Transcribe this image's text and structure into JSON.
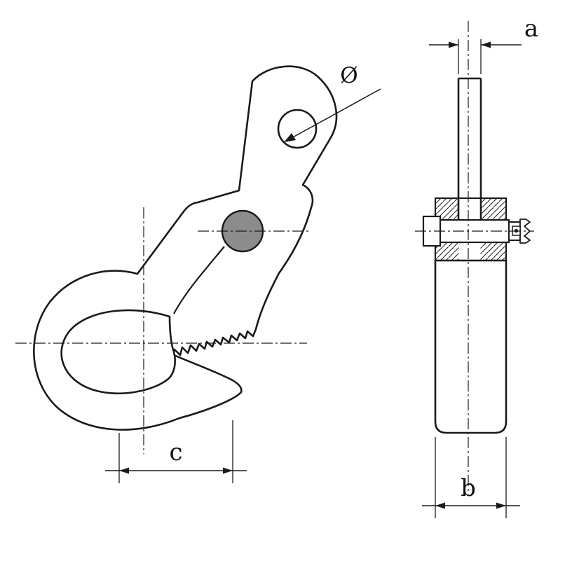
{
  "labels": {
    "diameter": "Ø",
    "dim_a": "a",
    "dim_b": "b",
    "dim_c": "c"
  },
  "colors": {
    "line": "#1a1a1a",
    "pin_fill": "#8c8c8c",
    "background": "#ffffff"
  }
}
